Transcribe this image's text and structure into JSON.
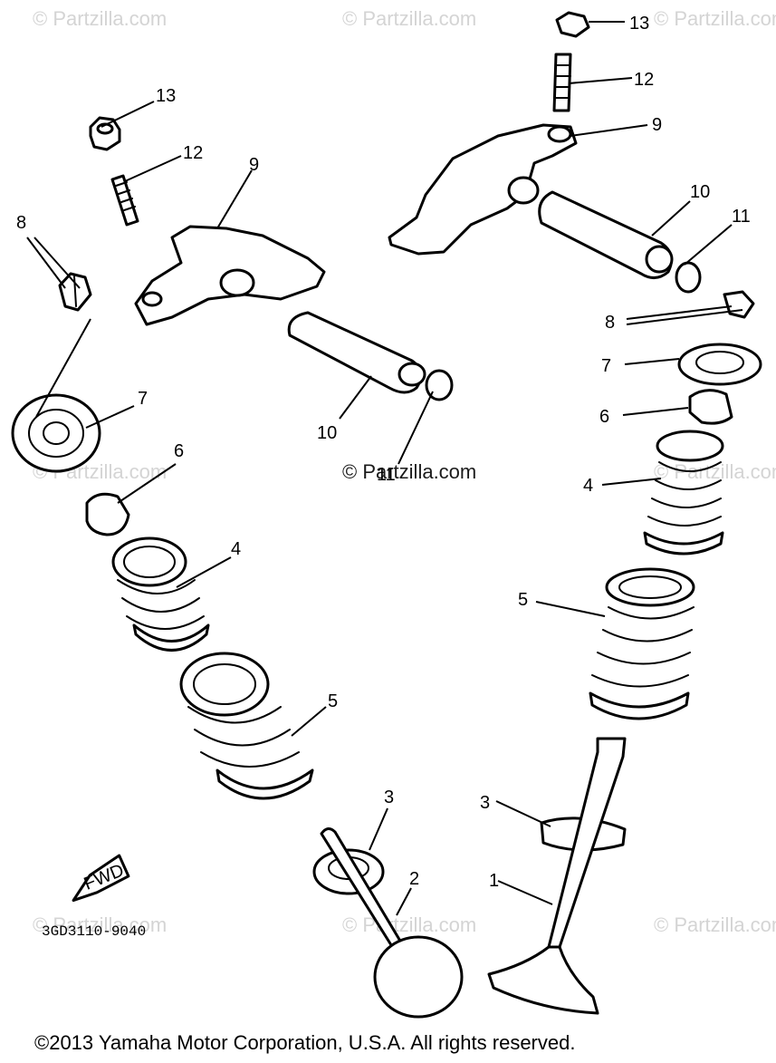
{
  "watermarks": {
    "text": "© Partzilla.com",
    "center_text": "© Partzilla.com"
  },
  "callouts": {
    "c1": "1",
    "c2": "2",
    "c3a": "3",
    "c3b": "3",
    "c4a": "4",
    "c4b": "4",
    "c5a": "5",
    "c5b": "5",
    "c6a": "6",
    "c6b": "6",
    "c7a": "7",
    "c7b": "7",
    "c8a": "8",
    "c8b": "8",
    "c9a": "9",
    "c9b": "9",
    "c10a": "10",
    "c10b": "10",
    "c11a": "11",
    "c11b": "11",
    "c12a": "12",
    "c12b": "12",
    "c13a": "13",
    "c13b": "13"
  },
  "direction_arrow": "FWD",
  "diagram_code": "3GD3110-9040",
  "copyright": "©2013  Yamaha Motor Corporation, U.S.A. All rights reserved."
}
